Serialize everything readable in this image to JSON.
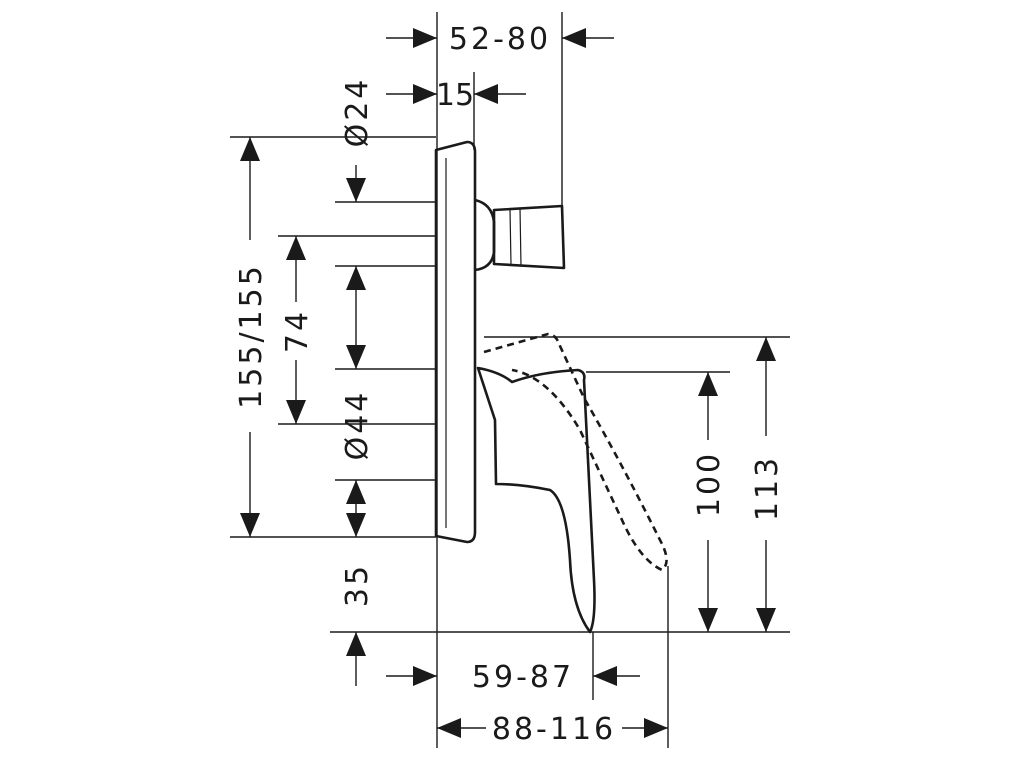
{
  "dimensions": {
    "width_total": "52-80",
    "nut_length": "15",
    "diameter_top": "Ø24",
    "height_total": "155/155",
    "spacing_74": "74",
    "diameter_mid": "Ø44",
    "offset_35": "35",
    "height_100": "100",
    "height_113": "113",
    "projection_59_87": "59-87",
    "projection_88_116": "88-116"
  }
}
